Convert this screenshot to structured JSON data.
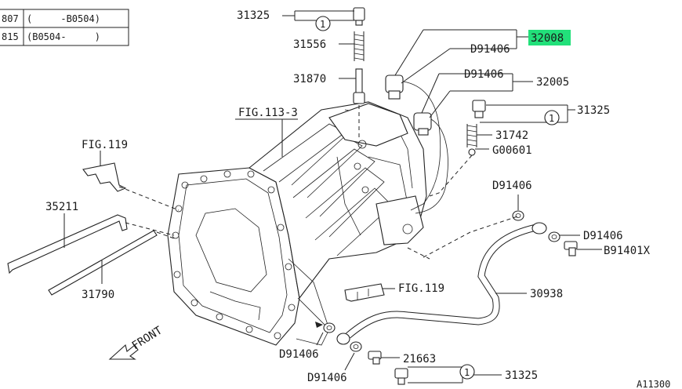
{
  "applicability_table": {
    "rows": [
      {
        "code": "807",
        "range": "(     -B0504)"
      },
      {
        "code": "815",
        "range": "(B0504-     )"
      }
    ]
  },
  "callouts": {
    "p31325_top": "31325",
    "p31556": "31556",
    "p31870": "31870",
    "p32008": "32008",
    "d91406_a": "D91406",
    "d91406_b": "D91406",
    "p32005": "32005",
    "p31325_mid": "31325",
    "p31742": "31742",
    "g00601": "G00601",
    "fig113_3": "FIG.113-3",
    "fig119_top": "FIG.119",
    "fig119_bottom": "FIG.119",
    "p35211": "35211",
    "p31790": "31790",
    "d91406_c": "D91406",
    "d91406_d": "D91406",
    "b91401x": "B91401X",
    "p30938": "30938",
    "p21663": "21663",
    "p31325_bot": "31325",
    "d91406_e": "D91406",
    "d91406_f": "D91406",
    "front": "FRONT",
    "sheet_id": "A11300"
  },
  "circled_refs": {
    "top": "1",
    "mid": "1",
    "bot": "1"
  },
  "highlight": {
    "part": "32008",
    "color": "#22e07a"
  }
}
